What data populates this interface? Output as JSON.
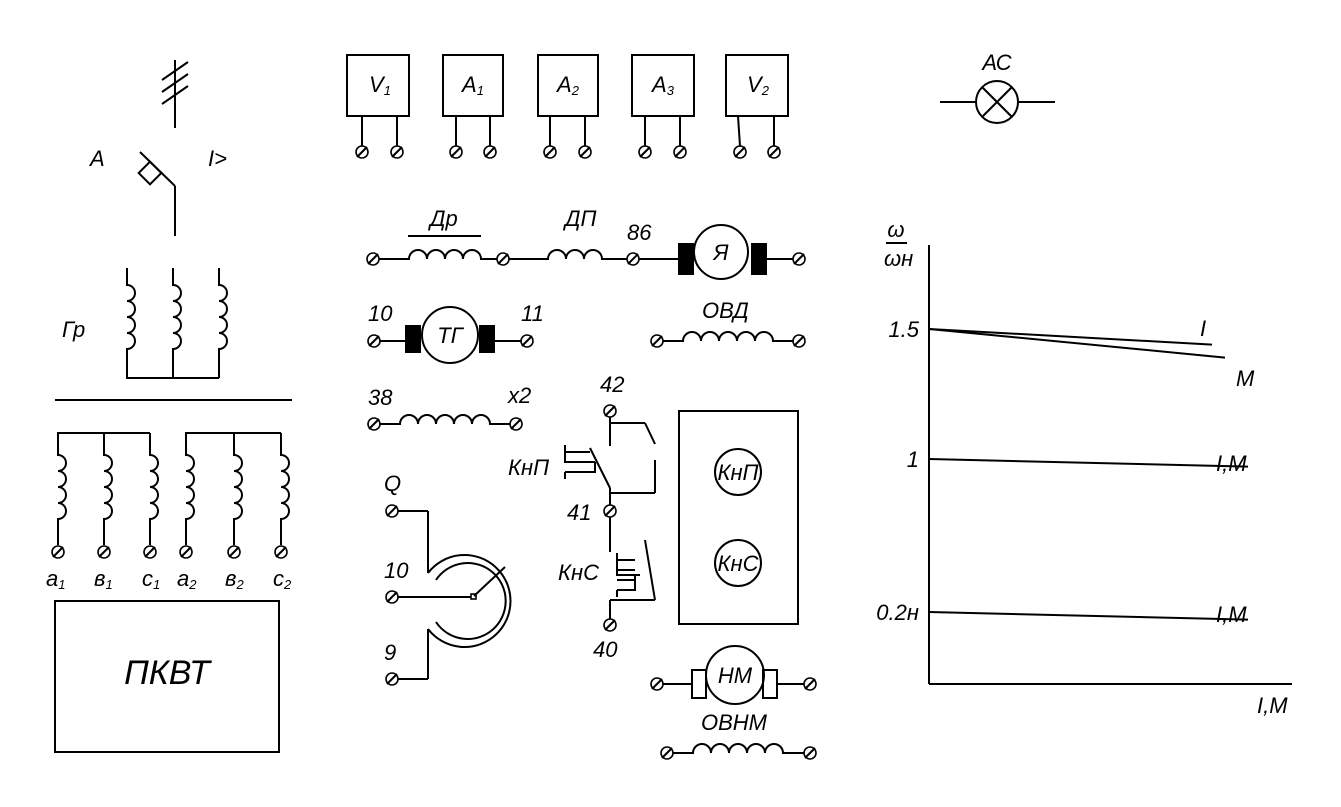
{
  "breaker": {
    "name": "A",
    "trip": "I>"
  },
  "transformer": {
    "name": "Гр",
    "terminals": [
      "a",
      "в",
      "c",
      "a",
      "в",
      "c"
    ],
    "subscripts": [
      "1",
      "1",
      "1",
      "2",
      "2",
      "2"
    ]
  },
  "converter": {
    "name": "ПКВТ"
  },
  "meters": [
    {
      "letter": "V",
      "sub": "1"
    },
    {
      "letter": "A",
      "sub": "1"
    },
    {
      "letter": "A",
      "sub": "2"
    },
    {
      "letter": "A",
      "sub": "3"
    },
    {
      "letter": "V",
      "sub": "2"
    }
  ],
  "lamp": {
    "name": "АС"
  },
  "armature_circuit": {
    "choke": "Др",
    "interpole": "ДП",
    "node": "86",
    "armature": "Я"
  },
  "tachogen": {
    "left": "10",
    "name": "ТГ",
    "right": "11"
  },
  "field_winding": {
    "name": "ОВД"
  },
  "coil": {
    "left": "38",
    "right": "x2"
  },
  "potentiometer": {
    "top": "Q",
    "wiper": "10",
    "bottom": "9"
  },
  "buttons": {
    "top_terminal": "42",
    "start": "КнП",
    "mid_terminal": "41",
    "stop": "КнС",
    "bottom_terminal": "40"
  },
  "pump_motor": {
    "name": "НМ",
    "field": "ОВНМ"
  },
  "chart_data": {
    "type": "line",
    "y_label_num": "ω",
    "y_label_den": "ω",
    "y_label_den_sub": "н",
    "xlabel": "I,M",
    "y_ticks": [
      "1.5",
      "1",
      "0.2н"
    ],
    "series": [
      {
        "name": "I",
        "x": [
          0,
          1
        ],
        "y": [
          1.5,
          1.44
        ]
      },
      {
        "name": "M",
        "x": [
          0,
          1
        ],
        "y": [
          1.5,
          1.39
        ]
      },
      {
        "name": "I,M",
        "x": [
          0,
          1
        ],
        "y": [
          1.0,
          0.96
        ]
      },
      {
        "name": "I,M",
        "x": [
          0,
          1
        ],
        "y": [
          0.2,
          0.16
        ]
      }
    ]
  }
}
